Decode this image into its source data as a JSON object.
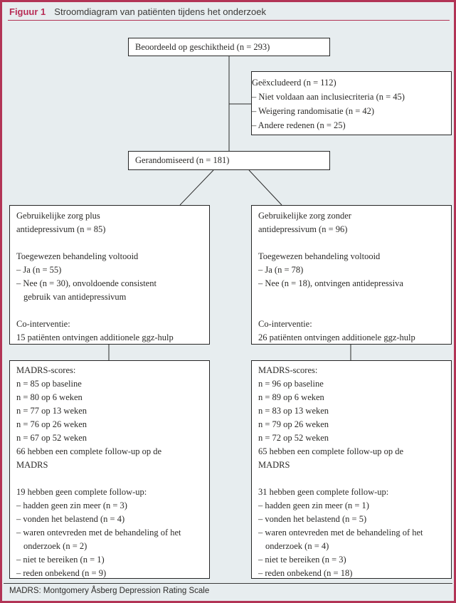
{
  "title": {
    "label": "Figuur 1",
    "text": "Stroomdiagram van patiënten tijdens het onderzoek"
  },
  "footer": {
    "text": "MADRS: Montgomery Åsberg Depression Rating Scale"
  },
  "colors": {
    "accent": "#b23456",
    "background": "#e7edef",
    "box_background": "#ffffff",
    "box_border": "#262626",
    "text": "#2b2a28"
  },
  "boxes": {
    "assessed": {
      "lines": [
        {
          "t": "Beoordeeld op geschiktheid (n = 293)"
        }
      ]
    },
    "excluded": {
      "lines": [
        {
          "t": "Geëxcludeerd (n = 112)"
        },
        {
          "t": "– Niet voldaan aan inclusiecriteria (n = 45)"
        },
        {
          "t": "– Weigering randomisatie (n = 42)"
        },
        {
          "t": "– Andere redenen (n = 25)"
        }
      ]
    },
    "randomized": {
      "lines": [
        {
          "t": "Gerandomiseerd (n = 181)"
        }
      ]
    },
    "arm_left": {
      "lines": [
        {
          "t": "Gebruikelijke zorg plus"
        },
        {
          "t": "antidepressivum (n = 85)"
        },
        {
          "t": ""
        },
        {
          "t": "Toegewezen behandeling voltooid"
        },
        {
          "t": "– Ja (n = 55)"
        },
        {
          "t": "– Nee (n = 30), onvoldoende consistent"
        },
        {
          "t": "gebruik van antidepressivum",
          "indent": true
        },
        {
          "t": ""
        },
        {
          "t": "Co-interventie:"
        },
        {
          "t": "15 patiënten ontvingen additionele ggz-hulp"
        }
      ]
    },
    "arm_right": {
      "lines": [
        {
          "t": "Gebruikelijke zorg zonder"
        },
        {
          "t": "antidepressivum (n = 96)"
        },
        {
          "t": ""
        },
        {
          "t": "Toegewezen behandeling voltooid"
        },
        {
          "t": "– Ja (n = 78)"
        },
        {
          "t": "– Nee (n = 18), ontvingen antidepressiva"
        },
        {
          "t": ""
        },
        {
          "t": ""
        },
        {
          "t": "Co-interventie:"
        },
        {
          "t": "26 patiënten ontvingen additionele ggz-hulp"
        }
      ]
    },
    "madrs_left": {
      "lines": [
        {
          "t": "MADRS-scores:"
        },
        {
          "t": "n = 85 op baseline"
        },
        {
          "t": "n = 80 op 6 weken"
        },
        {
          "t": "n = 77 op 13 weken"
        },
        {
          "t": "n = 76 op 26 weken"
        },
        {
          "t": "n = 67 op 52 weken"
        },
        {
          "t": "66 hebben een complete follow-up op de"
        },
        {
          "t": "MADRS"
        },
        {
          "t": ""
        },
        {
          "t": "19 hebben geen complete follow-up:"
        },
        {
          "t": "– hadden geen zin meer (n = 3)"
        },
        {
          "t": "– vonden het belastend (n = 4)"
        },
        {
          "t": "– waren ontevreden met de behandeling of het"
        },
        {
          "t": "onderzoek (n = 2)",
          "indent": true
        },
        {
          "t": "– niet te bereiken (n = 1)"
        },
        {
          "t": "– reden onbekend (n = 9)"
        }
      ]
    },
    "madrs_right": {
      "lines": [
        {
          "t": "MADRS-scores:"
        },
        {
          "t": "n = 96 op baseline"
        },
        {
          "t": "n = 89 op 6 weken"
        },
        {
          "t": "n = 83 op 13 weken"
        },
        {
          "t": "n = 79 op 26 weken"
        },
        {
          "t": "n = 72 op 52 weken"
        },
        {
          "t": "65 hebben een complete follow-up op de"
        },
        {
          "t": "MADRS"
        },
        {
          "t": ""
        },
        {
          "t": "31 hebben geen complete follow-up:"
        },
        {
          "t": "– hadden geen zin meer (n = 1)"
        },
        {
          "t": "– vonden het belastend (n = 5)"
        },
        {
          "t": "– waren ontevreden met de behandeling of het"
        },
        {
          "t": "onderzoek (n = 4)",
          "indent": true
        },
        {
          "t": "– niet te bereiken (n = 3)"
        },
        {
          "t": "– reden onbekend (n = 18)"
        }
      ]
    }
  }
}
